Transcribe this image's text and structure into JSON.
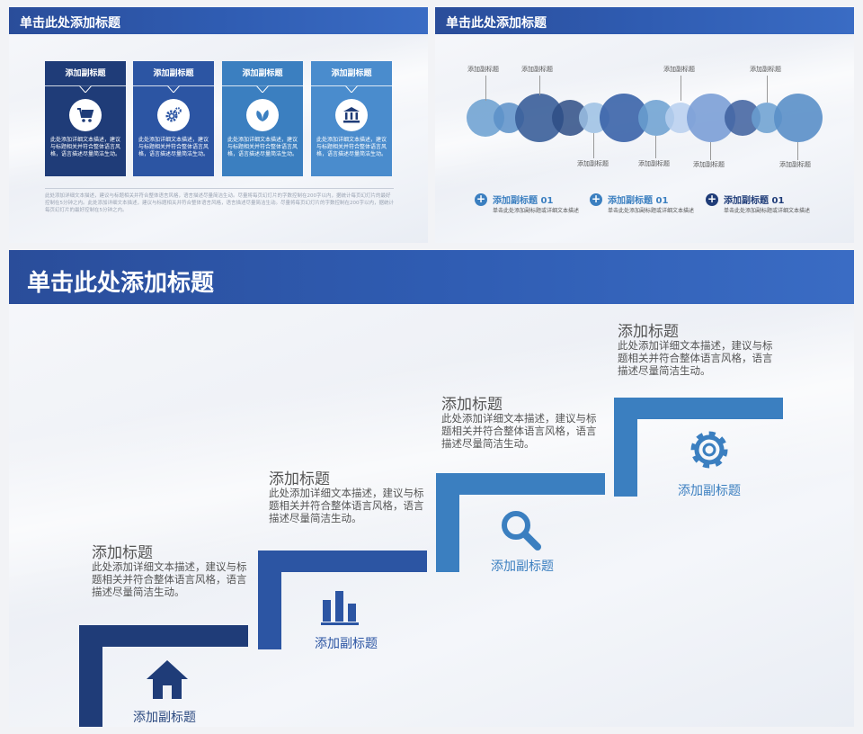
{
  "slide1": {
    "title": "单击此处添加标题",
    "cards": [
      {
        "heading": "添加副标题",
        "text": "此处添加详细文本描述，建议与标题相关并符合整体语言风格，语言描述尽量简洁生动。",
        "icon": "shopping-cart-icon",
        "color": "#1f3c78"
      },
      {
        "heading": "添加副标题",
        "text": "此处添加详细文本描述，建议与标题相关并符合整体语言风格，语言描述尽量简洁生动。",
        "icon": "gears-icon",
        "color": "#2c55a3"
      },
      {
        "heading": "添加副标题",
        "text": "此处添加详细文本描述，建议与标题相关并符合整体语言风格，语言描述尽量简洁生动。",
        "icon": "leaf-icon",
        "color": "#3b7fc0"
      },
      {
        "heading": "添加副标题",
        "text": "此处添加详细文本描述，建议与标题相关并符合整体语言风格，语言描述尽量简洁生动。",
        "icon": "bank-icon",
        "color": "#4a8ccd"
      }
    ],
    "footer": "此处添加详细文本描述，建议与标题相关并符合整体语言风格，语言描述尽量简洁生动。尽量将每页幻灯片的字数控制在200字以内，据统计每页幻灯片的最好控制在5分钟之内。此处添加详细文本描述，建议与标题相关并符合整体语言风格，语言描述尽量简洁生动。尽量将每页幻灯片的字数控制在200字以内，据统计每页幻灯片的最好控制在5分钟之内。"
  },
  "slide2": {
    "title": "单击此处添加标题",
    "top_labels": [
      "添加副标题",
      "添加副标题",
      "添加副标题",
      "添加副标题"
    ],
    "bottom_labels": [
      "添加副标题",
      "添加副标题",
      "添加副标题",
      "添加副标题"
    ],
    "features": [
      {
        "title": "添加副标题 01",
        "desc": "单击此处添加副标题或详细文本描述",
        "color": "#3b7fc0"
      },
      {
        "title": "添加副标题 01",
        "desc": "单击此处添加副标题或详细文本描述",
        "color": "#3b7fc0"
      },
      {
        "title": "添加副标题 01",
        "desc": "单击此处添加副标题或详细文本描述",
        "color": "#1f3c78"
      }
    ]
  },
  "slide3": {
    "title": "单击此处添加标题",
    "steps": [
      {
        "title": "添加标题",
        "desc": "此处添加详细文本描述，建议与标题相关并符合整体语言风格，语言描述尽量简洁生动。",
        "label": "添加副标题",
        "icon": "house-icon",
        "color": "#1f3c78"
      },
      {
        "title": "添加标题",
        "desc": "此处添加详细文本描述，建议与标题相关并符合整体语言风格，语言描述尽量简洁生动。",
        "label": "添加副标题",
        "icon": "bar-chart-icon",
        "color": "#2c55a3"
      },
      {
        "title": "添加标题",
        "desc": "此处添加详细文本描述，建议与标题相关并符合整体语言风格，语言描述尽量简洁生动。",
        "label": "添加副标题",
        "icon": "search-icon",
        "color": "#3b7fc0"
      },
      {
        "title": "添加标题",
        "desc": "此处添加详细文本描述，建议与标题相关并符合整体语言风格，语言描述尽量简洁生动。",
        "label": "添加副标题",
        "icon": "gear-icon",
        "color": "#3b7fc0"
      }
    ]
  }
}
